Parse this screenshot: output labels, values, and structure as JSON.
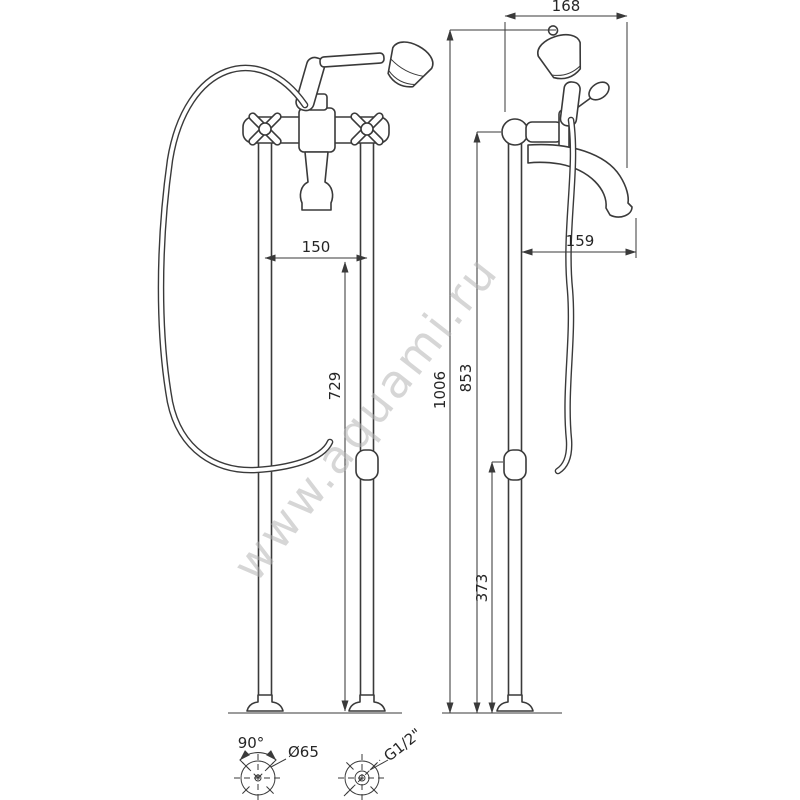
{
  "watermark": "www.aquami.ru",
  "dims": {
    "top_width": "168",
    "pipe_spacing": "150",
    "spout_reach": "159",
    "pipe_height": "729",
    "height_total": "1006",
    "height_to_body": "853",
    "height_to_joint": "373",
    "mount_angle": "90°",
    "mount_diameter": "Ø65",
    "connection_thread": "G1/2\""
  }
}
